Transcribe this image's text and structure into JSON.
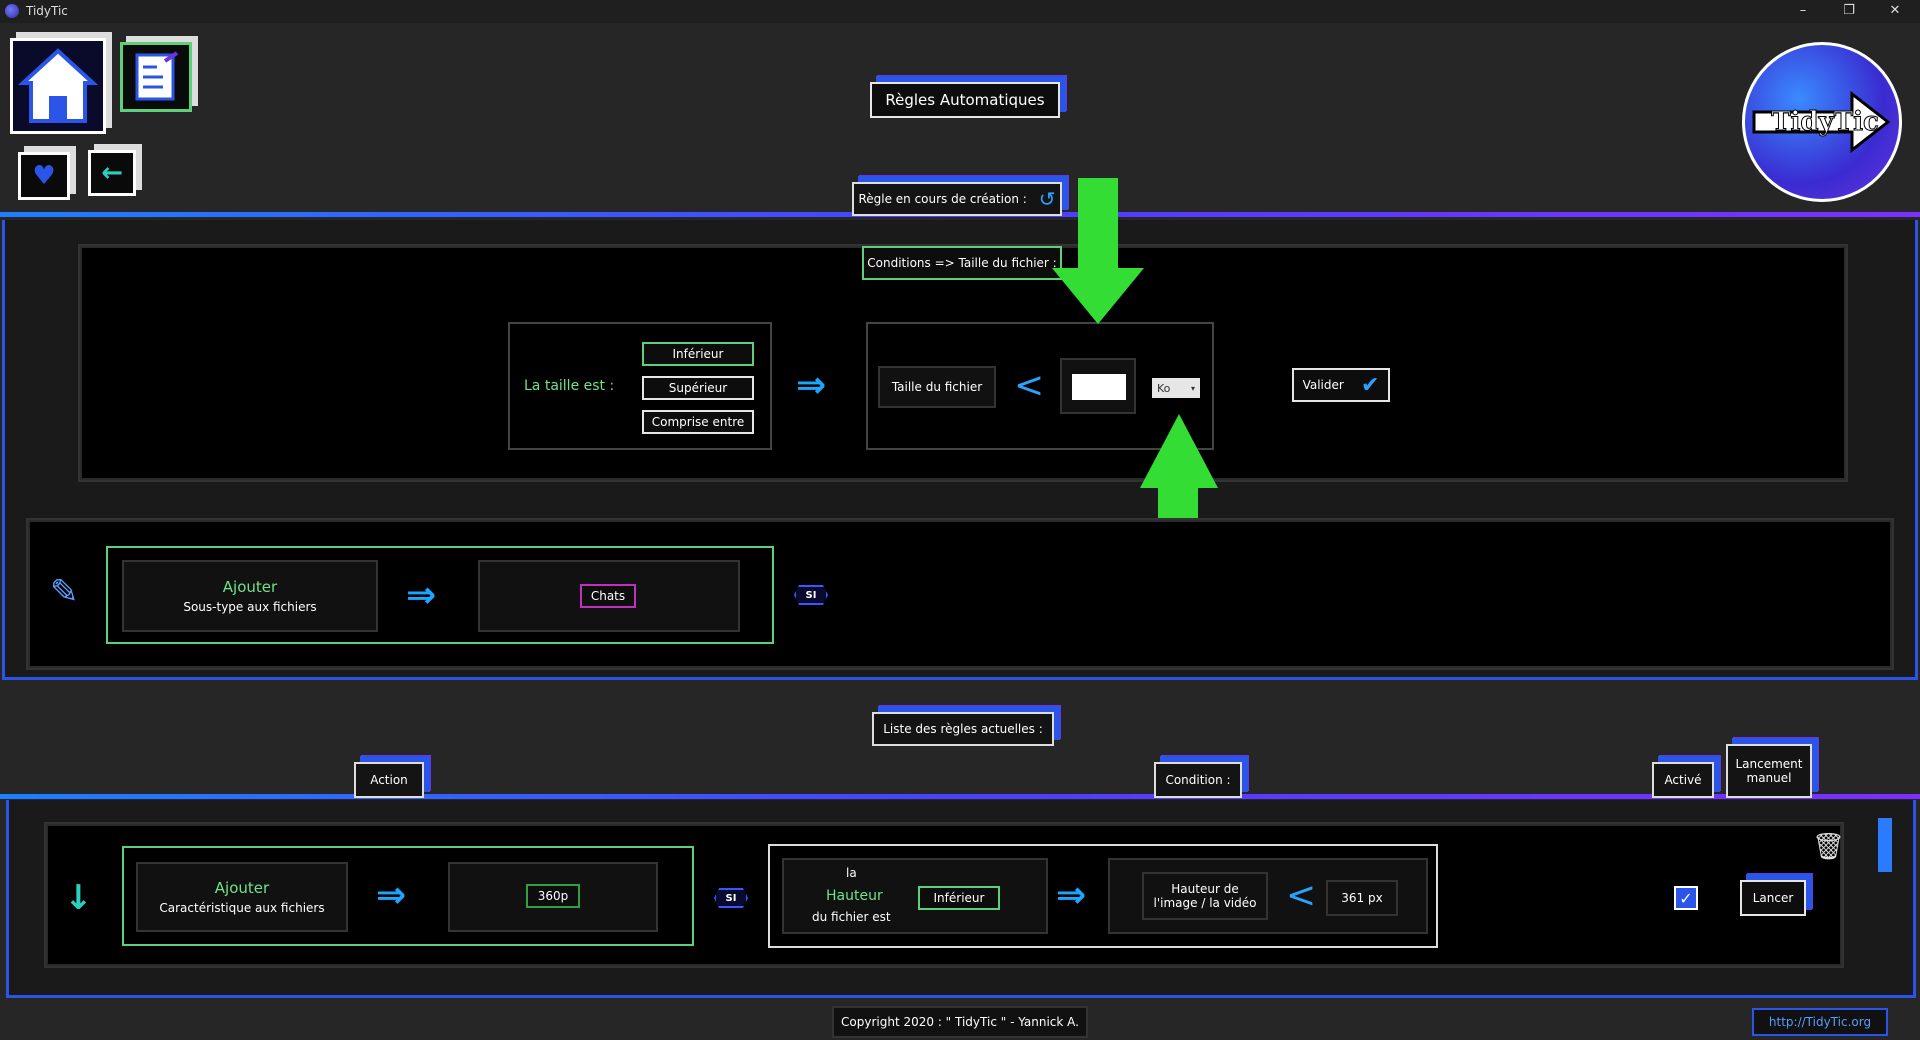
{
  "app": {
    "title": "TidyTic"
  },
  "window": {
    "min": "–",
    "restore": "❐",
    "close": "✕"
  },
  "header": {
    "title": "Règles Automatiques",
    "logo_text": "TidyTic"
  },
  "creation": {
    "label": "Règle en cours de création :",
    "conditions_label": "Conditions => Taille du fichier :",
    "size_is_label": "La taille est :",
    "options": [
      "Inférieur",
      "Supérieur",
      "Comprise entre"
    ],
    "file_size_label": "Taille du fichier",
    "size_value": "",
    "unit": "Ko",
    "validate": "Valider"
  },
  "action_row": {
    "verb": "Ajouter",
    "type": "Sous-type aux fichiers",
    "target": "Chats",
    "si": "SI"
  },
  "list": {
    "title": "Liste des règles actuelles :",
    "headers": {
      "action": "Action",
      "condition": "Condition :",
      "active": "Activé",
      "manual_line1": "Lancement",
      "manual_line2": "manuel"
    },
    "rule": {
      "verb": "Ajouter",
      "type": "Caractéristique aux fichiers",
      "target": "360p",
      "si": "SI",
      "cond_la": "la",
      "cond_attr": "Hauteur",
      "cond_suffix": "du fichier est",
      "cond_op": "Inférieur",
      "measure_line1": "Hauteur de",
      "measure_line2": "l'image / la vidéo",
      "value": "361 px",
      "launch": "Lancer"
    }
  },
  "footer": {
    "copyright": "Copyright 2020 : \" TidyTic \" - Yannick A.",
    "url": "http://TidyTic.org"
  },
  "colors": {
    "accent_blue": "#2a55e8",
    "accent_purple": "#6a35e0",
    "green": "#5fd07a",
    "arrow_green": "#33dd33"
  }
}
